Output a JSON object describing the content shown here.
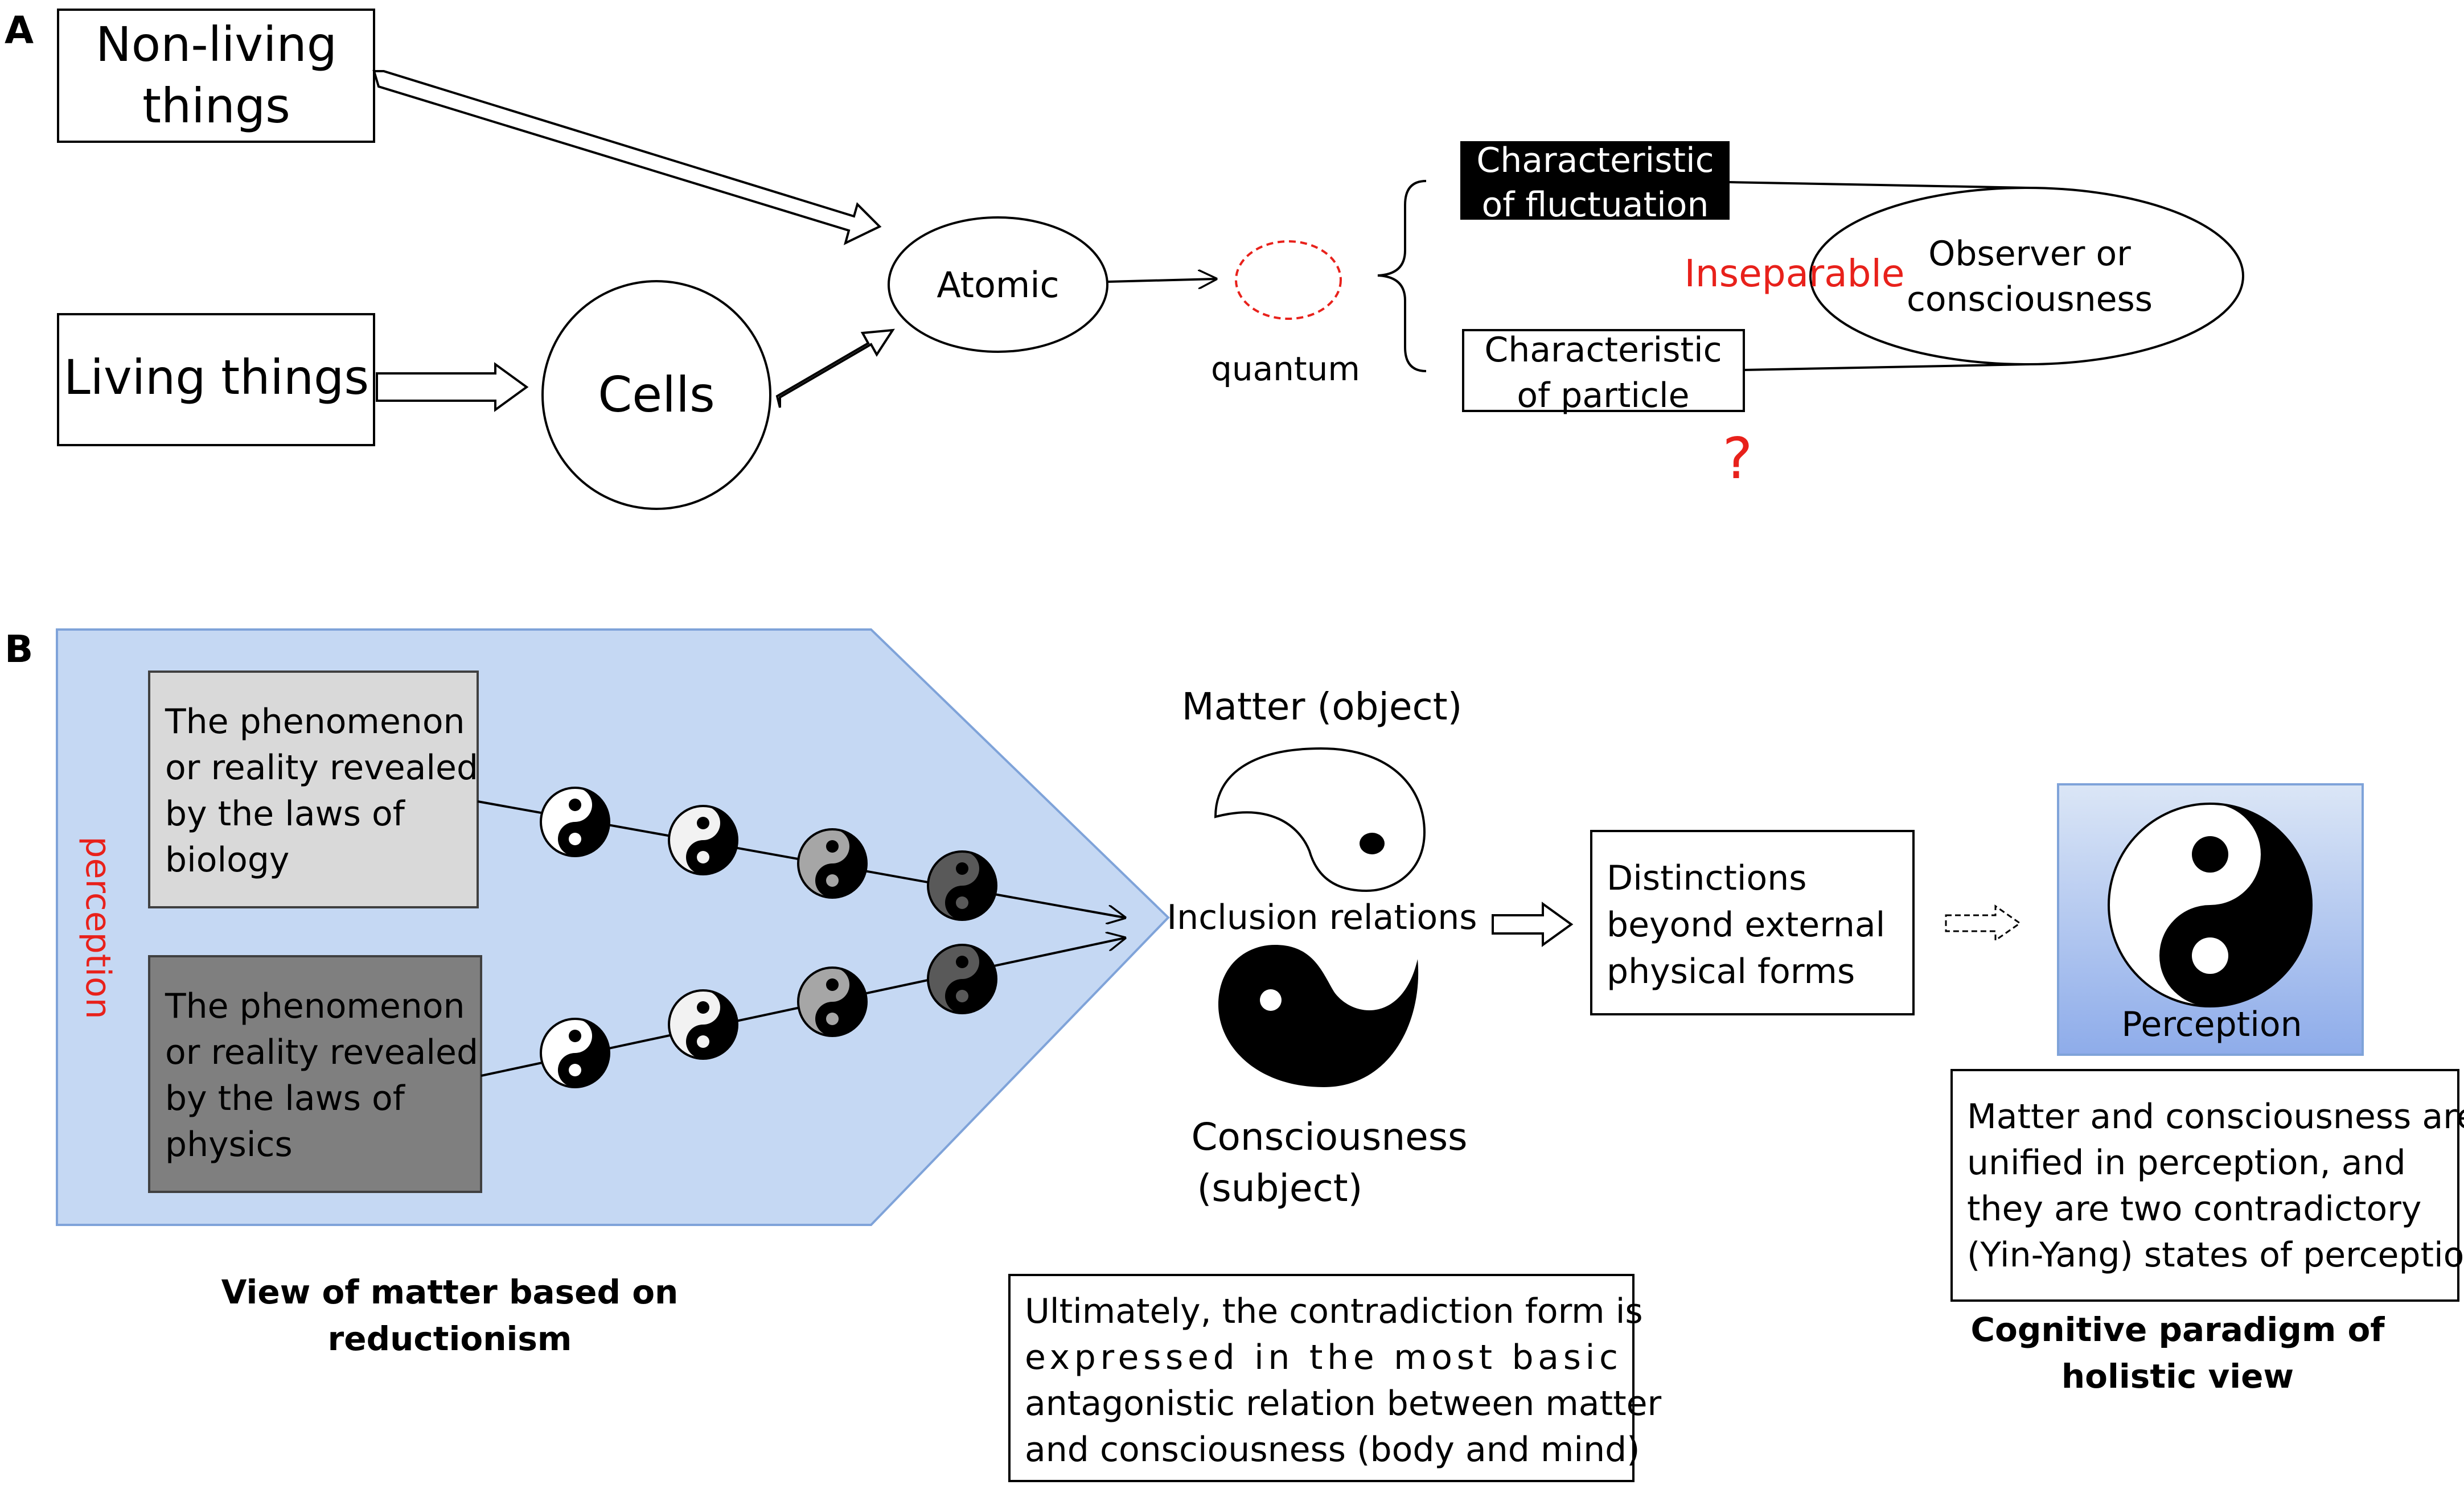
{
  "panel_a": {
    "label": "A",
    "non_living_line1": "Non-living",
    "non_living_line2": "things",
    "living_things": "Living things",
    "cells": "Cells",
    "atomic": "Atomic",
    "quantum": "quantum",
    "fluctuation_line1": "Characteristic",
    "fluctuation_line2": "of fluctuation",
    "particle_line1": "Characteristic",
    "particle_line2": "of particle",
    "inseparable": "Inseparable",
    "observer_line1": "Observer or",
    "observer_line2": "consciousness",
    "question_mark": "?"
  },
  "panel_b": {
    "label": "B",
    "perception_vertical": "perception",
    "biology_lines": [
      "The phenomenon",
      "or reality revealed",
      "by the laws of",
      "biology"
    ],
    "physics_lines": [
      "The phenomenon",
      "or reality revealed",
      "by the laws of",
      "physics"
    ],
    "matter_object": "Matter (object)",
    "inclusion_relations": "Inclusion relations",
    "consciousness_line1": "Consciousness",
    "consciousness_line2": "(subject)",
    "distinctions_lines": [
      "Distinctions",
      "beyond external",
      "physical forms"
    ],
    "perception_label": "Perception",
    "unified_lines": [
      "Matter and consciousness are",
      "unified in perception, and",
      "they are two contradictory",
      "(Yin-Yang) states of perception"
    ],
    "reductionism_line1": "View of matter based on",
    "reductionism_line2": "reductionism",
    "contradiction_lines": [
      "Ultimately,  the contradiction form is",
      "expressed in the most basic",
      "antagonistic relation between matter",
      "and consciousness (body and mind)"
    ],
    "holistic_line1": "Cognitive paradigm of",
    "holistic_line2": "holistic view"
  },
  "colors": {
    "panel_blue": "#c5d8f3",
    "panel_blue_border": "#7fa3d9",
    "perception_gradient_top": "#dbe6f6",
    "perception_gradient_bottom": "#8eacea",
    "biology_box": "#d9d9d9",
    "physics_box": "#7f7f7f",
    "accent_red": "#e8211b",
    "black": "#000000"
  }
}
